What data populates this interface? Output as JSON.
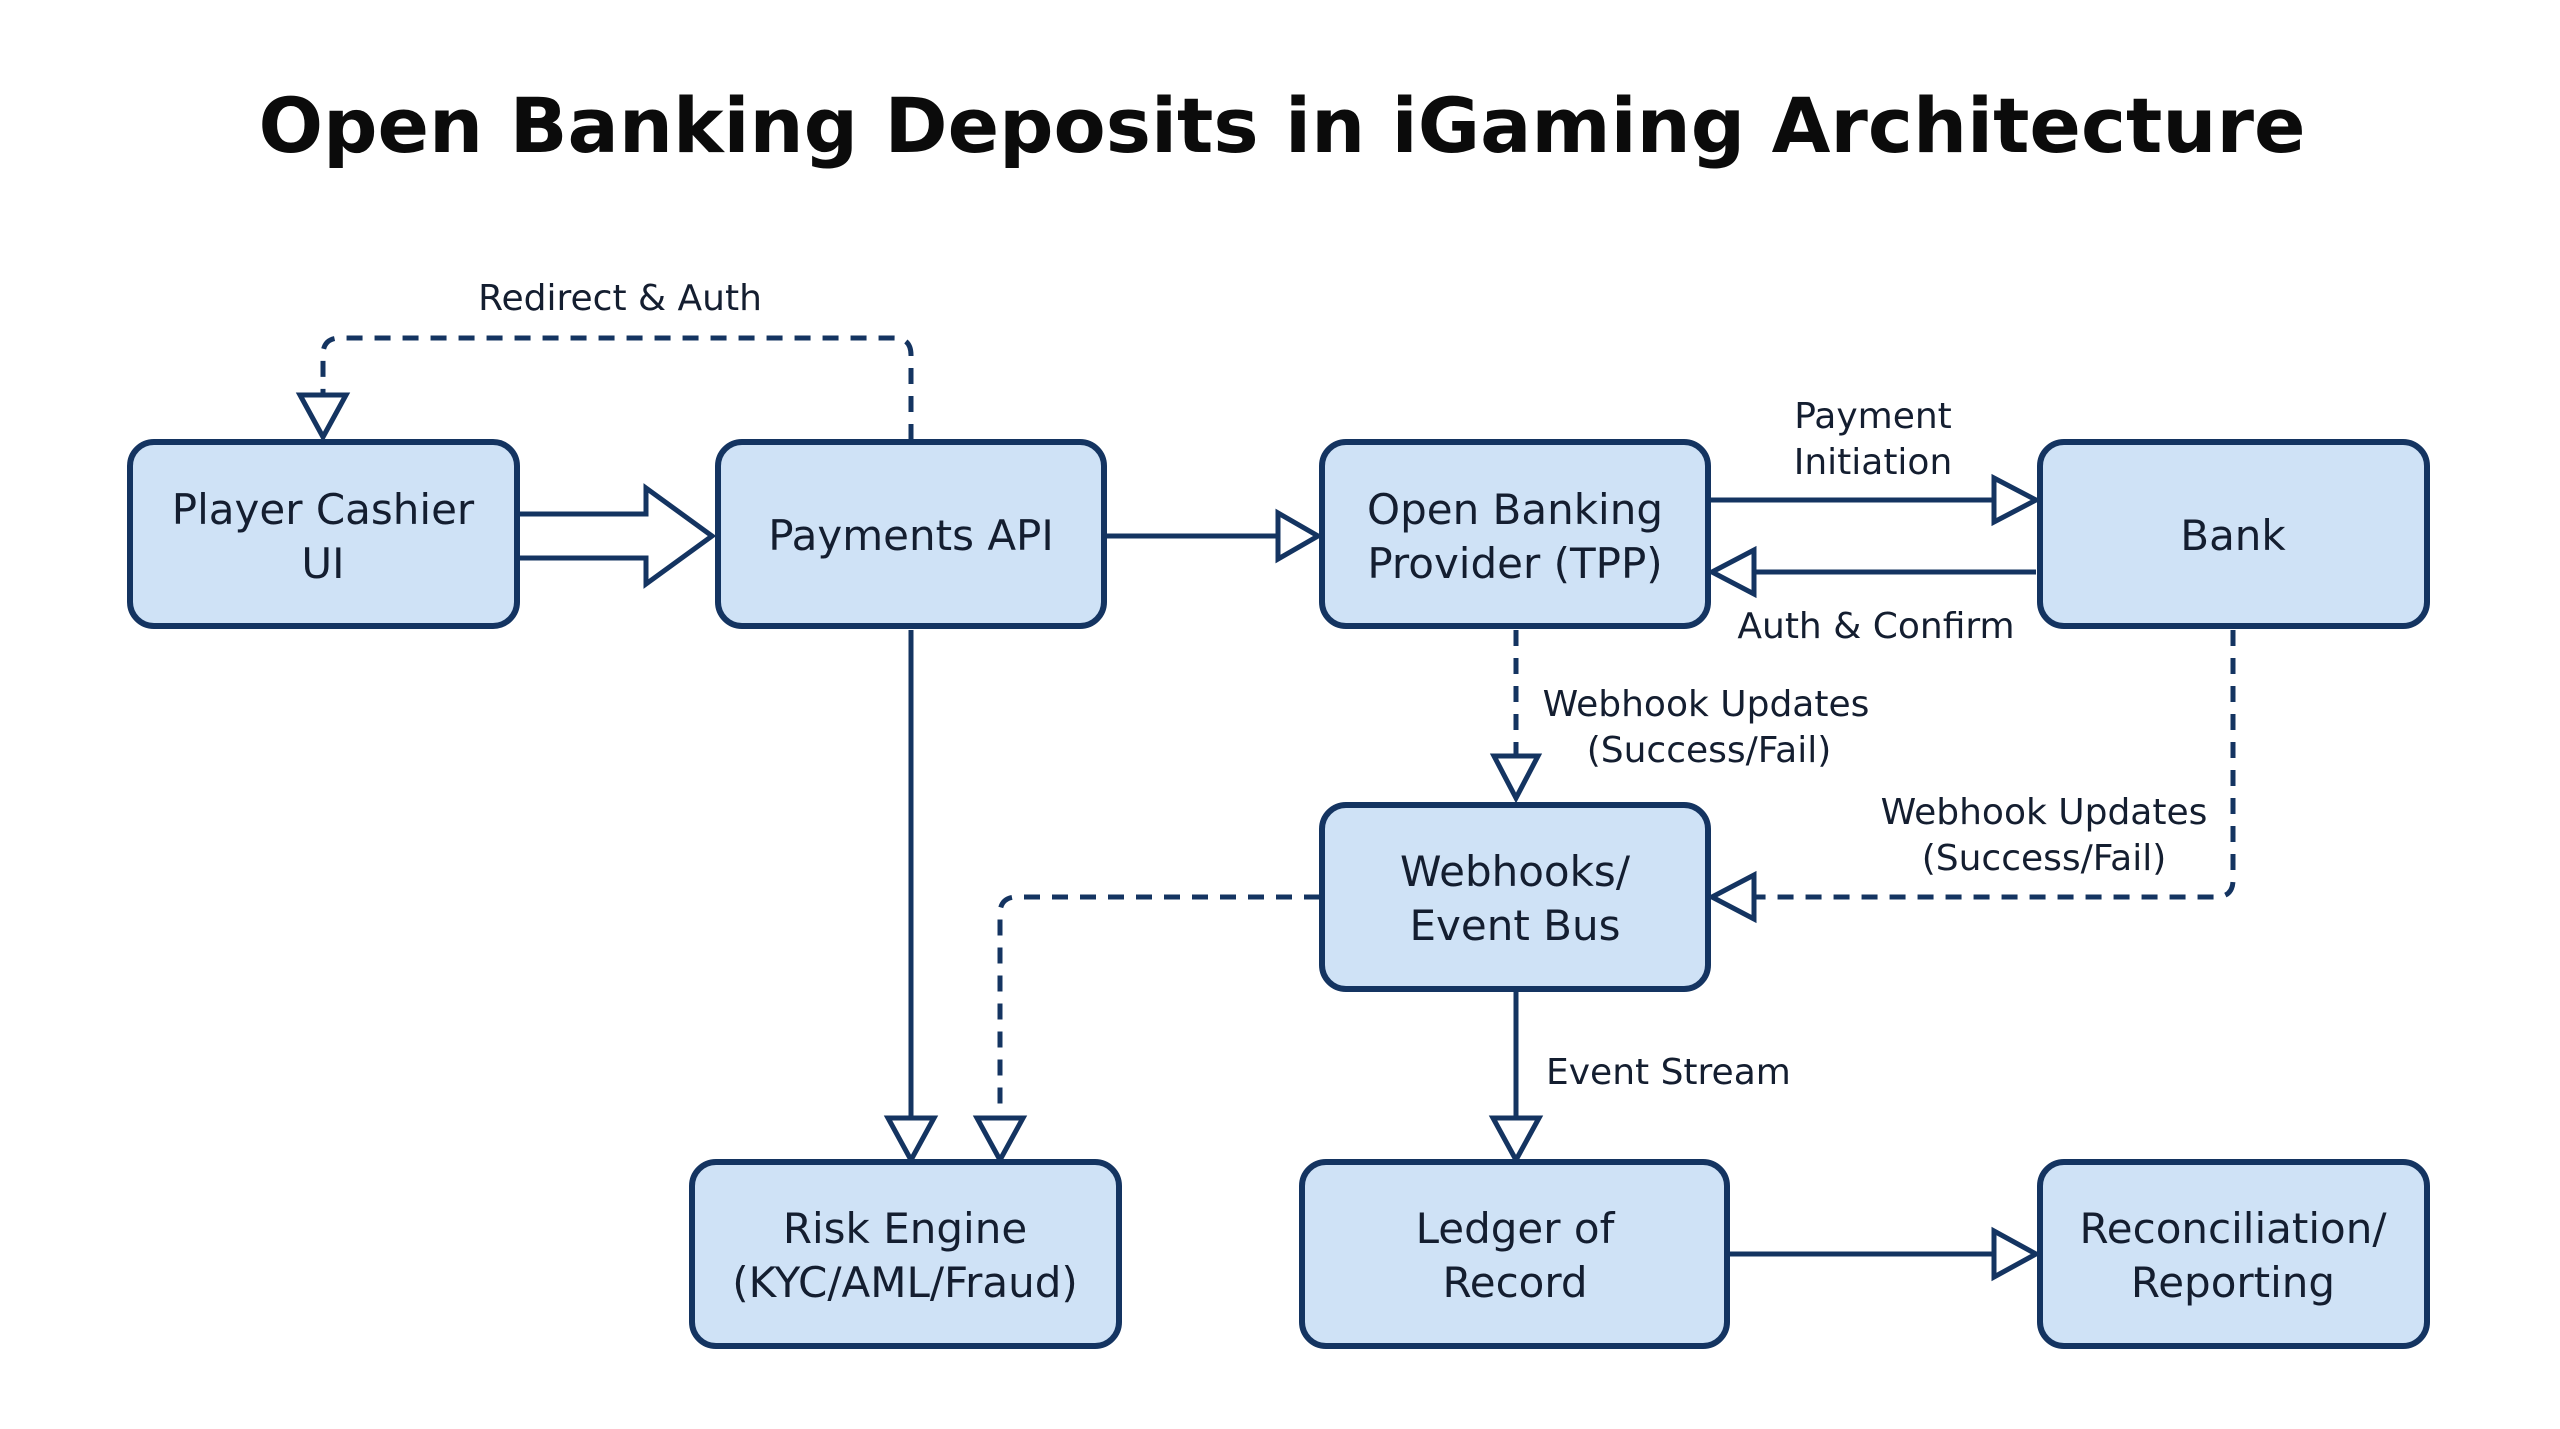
{
  "title": "Open Banking Deposits in iGaming Architecture",
  "nodes": {
    "player_cashier": {
      "lines": [
        "Player Cashier",
        "UI"
      ]
    },
    "payments_api": {
      "lines": [
        "Payments API"
      ]
    },
    "tpp": {
      "lines": [
        "Open Banking",
        "Provider (TPP)"
      ]
    },
    "bank": {
      "lines": [
        "Bank"
      ]
    },
    "webhooks": {
      "lines": [
        "Webhooks/",
        "Event Bus"
      ]
    },
    "risk": {
      "lines": [
        "Risk Engine",
        "(KYC/AML/Fraud)"
      ]
    },
    "ledger": {
      "lines": [
        "Ledger of",
        "Record"
      ]
    },
    "recon": {
      "lines": [
        "Reconciliation/",
        "Reporting"
      ]
    }
  },
  "edges": {
    "redirect_auth": {
      "lines": [
        "Redirect & Auth"
      ]
    },
    "payment_initiation": {
      "lines": [
        "Payment",
        "Initiation"
      ]
    },
    "auth_confirm": {
      "lines": [
        "Auth & Confirm"
      ]
    },
    "webhook_tpp": {
      "lines": [
        "Webhook Updates",
        "(Success/Fail)"
      ]
    },
    "webhook_bank": {
      "lines": [
        "Webhook Updates",
        "(Success/Fail)"
      ]
    },
    "event_stream": {
      "lines": [
        "Event Stream"
      ]
    }
  }
}
